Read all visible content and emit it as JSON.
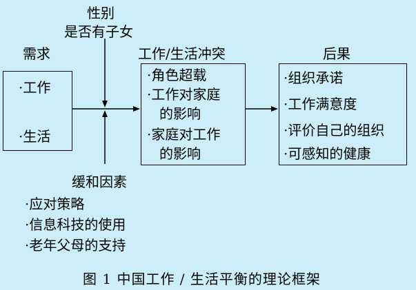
{
  "moderators_top": {
    "line1": "性别",
    "line2": "是否有子女"
  },
  "demands": {
    "title": "需求",
    "items": [
      "·工作",
      "·生活"
    ]
  },
  "conflict": {
    "title": "工作/生活冲突",
    "items": [
      "·角色超载",
      "·工作对家庭",
      "的影响",
      "·家庭对工作",
      "的影响"
    ]
  },
  "outcomes": {
    "title": "后果",
    "items": [
      "·组织承诺",
      "·工作满意度",
      "·评价自己的组织",
      "·可感知的健康"
    ]
  },
  "buffers": {
    "title": "缓和因素",
    "items": [
      "·应对策略",
      "·信息科技的使用",
      "·老年父母的支持"
    ]
  },
  "caption": "图 1   中国工作 / 生活平衡的理论框架",
  "colors": {
    "background": "#CCEEF8",
    "stroke": "#000000"
  }
}
